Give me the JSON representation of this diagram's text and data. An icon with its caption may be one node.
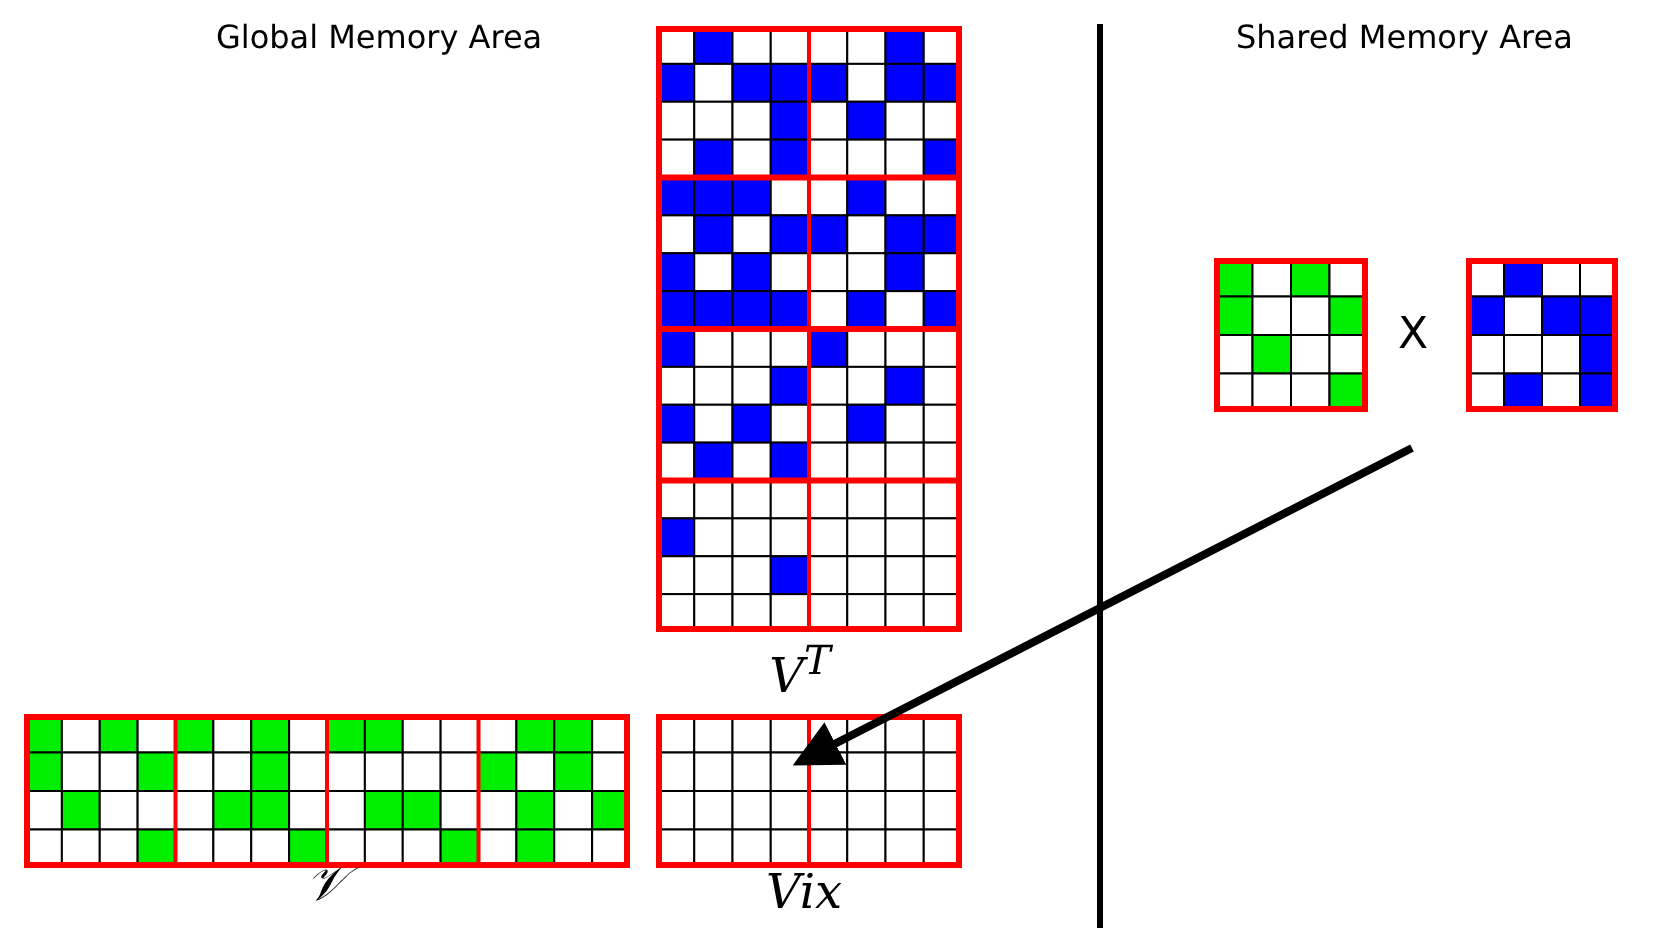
{
  "diagram": {
    "nodes": [
      {
        "text": [],
        "shape": "box",
        "beside": [
          "V$^{T}$"
        ]
      },
      {
        "text": [],
        "shape": "box",
        "beside": [
          "𝒱"
        ]
      },
      {
        "text": [],
        "shape": "box",
        "beside": [
          "Vix"
        ]
      },
      {
        "text": [],
        "shape": "box"
      },
      {
        "text": [],
        "shape": "box"
      }
    ],
    "edges": [
      {
        "from": null,
        "to": 2,
        "arrow": "to"
      }
    ],
    "labels": [
      "Global Memory Area",
      "Shared Memory Area",
      "X"
    ]
  }
}
